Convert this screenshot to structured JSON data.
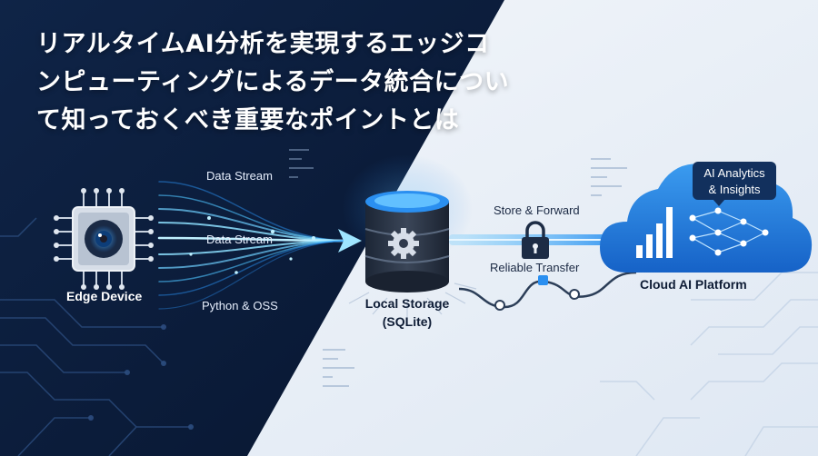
{
  "title_lines": [
    "リアルタイムAI分析を実現するエッジコ",
    "ンピューティングによるデータ統合につい",
    "て知っておくべき重要なポイントとは"
  ],
  "edge_device": {
    "label": "Edge Device",
    "icon": "camera-chip-icon"
  },
  "streams": {
    "top_label": "Data Stream",
    "middle_label": "Data Stream",
    "bottom_label": "Python & OSS"
  },
  "storage": {
    "line1": "Local Storage",
    "line2": "(SQLite)",
    "icon": "database-gear-icon"
  },
  "transfer": {
    "store_label": "Store & Forward",
    "reliable_label": "Reliable Transfer",
    "icon": "lock-icon"
  },
  "cloud": {
    "label": "Cloud AI Platform",
    "badge_line1": "AI Analytics",
    "badge_line2": "& Insights",
    "icon": "cloud-ai-icon"
  },
  "colors": {
    "dark_bg": "#0b1a33",
    "accent_blue": "#1f7be0",
    "glow": "#4fc3ff"
  }
}
